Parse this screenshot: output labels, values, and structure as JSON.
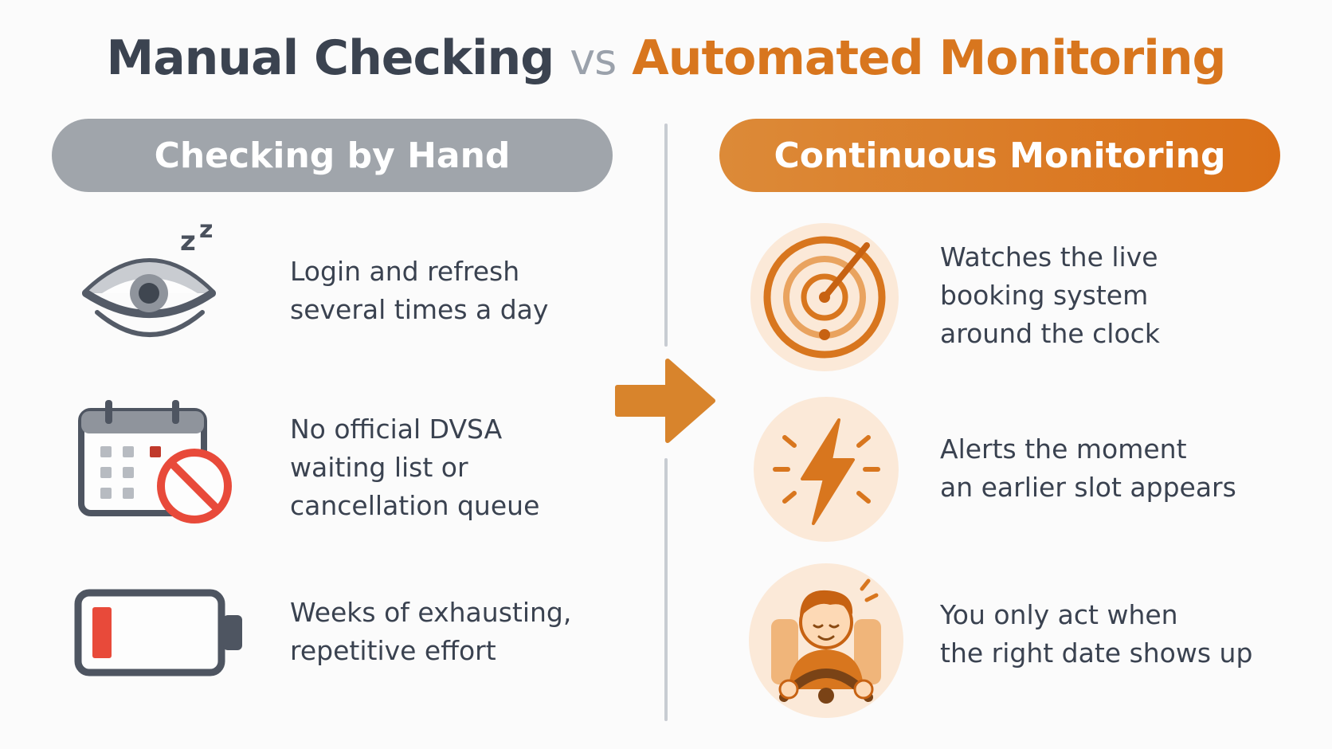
{
  "title": {
    "left": "Manual Checking",
    "vs": "vs",
    "right": "Automated Monitoring"
  },
  "manual": {
    "header": "Checking by Hand",
    "items": [
      {
        "icon": "sleepy-eye-icon",
        "text": "Login and refresh\nseveral times a day"
      },
      {
        "icon": "calendar-blocked-icon",
        "text": "No official DVSA\nwaiting list or\ncancellation queue"
      },
      {
        "icon": "low-battery-icon",
        "text": "Weeks of exhausting,\nrepetitive effort"
      }
    ]
  },
  "automated": {
    "header": "Continuous Monitoring",
    "items": [
      {
        "icon": "radar-icon",
        "text": "Watches the live\nbooking system\naround the clock"
      },
      {
        "icon": "lightning-bolt-icon",
        "text": "Alerts the moment\nan earlier slot appears"
      },
      {
        "icon": "relaxed-driver-icon",
        "text": "You only act when\nthe right date shows up"
      }
    ]
  },
  "colors": {
    "accent": "#d8761e",
    "muted": "#a0a5ab",
    "text": "#3a4250",
    "alert_red": "#e84a3a"
  }
}
